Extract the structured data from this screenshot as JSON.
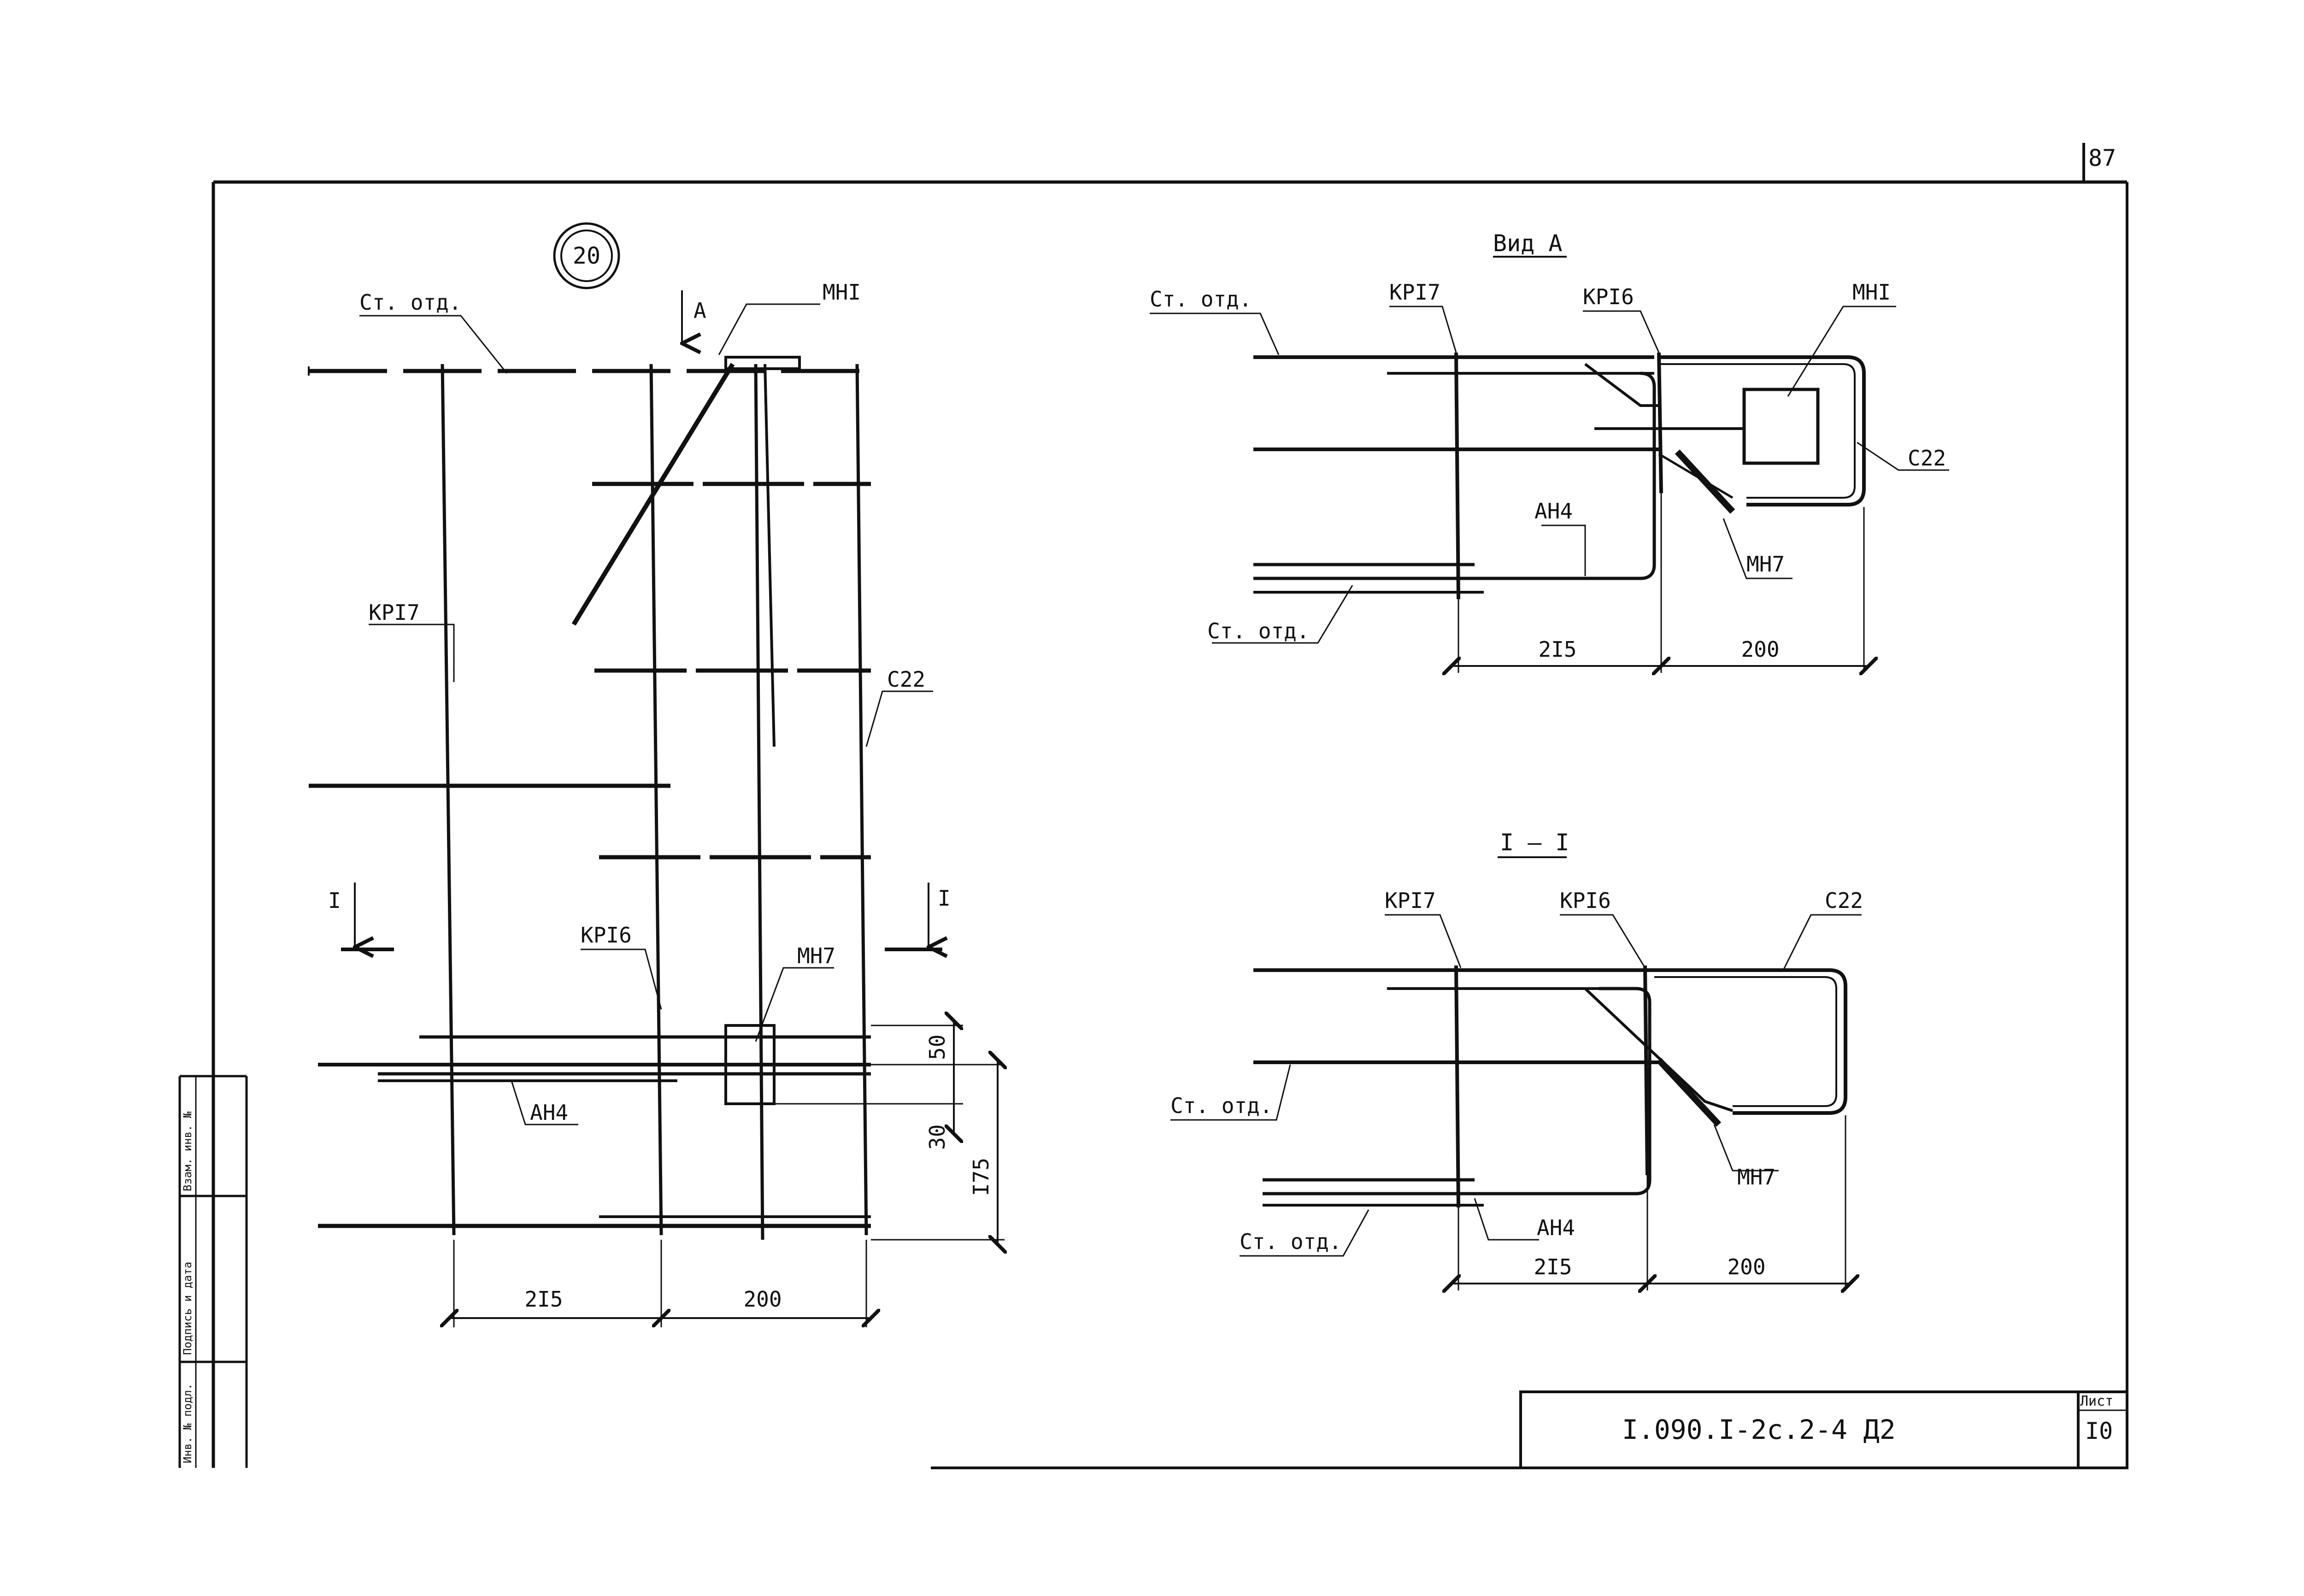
{
  "page_number": "87",
  "node_number": "20",
  "title_block": {
    "code": "I.090.I-2c.2-4 Д2",
    "sheet_label": "Лист",
    "sheet_value": "I0"
  },
  "side_stamp": [
    "Инв. № подл.",
    "Подпись и дата",
    "Взам. инв. №"
  ],
  "plan": {
    "labels": {
      "st_otd": "Ст. отд.",
      "arrow_a": "А",
      "mn1": "МНI",
      "kr17": "КРI7",
      "c22": "С22",
      "cut_left": "I",
      "cut_right": "I",
      "kr16": "КРI6",
      "mn7": "МН7",
      "an4": "АН4"
    },
    "dims": {
      "d215": "2I5",
      "d200": "200",
      "d50": "50",
      "d30": "30",
      "d175": "I75"
    }
  },
  "view_a": {
    "title": "Вид А",
    "labels": {
      "st_otd_top": "Ст. отд.",
      "kr17": "КРI7",
      "kr16": "КРI6",
      "mn1": "МНI",
      "c22": "С22",
      "an4": "АН4",
      "mn7": "МН7",
      "st_otd_bottom": "Ст. отд."
    },
    "dims": {
      "d215": "2I5",
      "d200": "200"
    }
  },
  "section_1_1": {
    "title": "I – I",
    "labels": {
      "kr17": "КРI7",
      "kr16": "КРI6",
      "c22": "С22",
      "st_otd_mid": "Ст. отд.",
      "mn7": "МН7",
      "st_otd_bottom": "Ст. отд.",
      "an4": "АН4"
    },
    "dims": {
      "d215": "2I5",
      "d200": "200"
    }
  }
}
